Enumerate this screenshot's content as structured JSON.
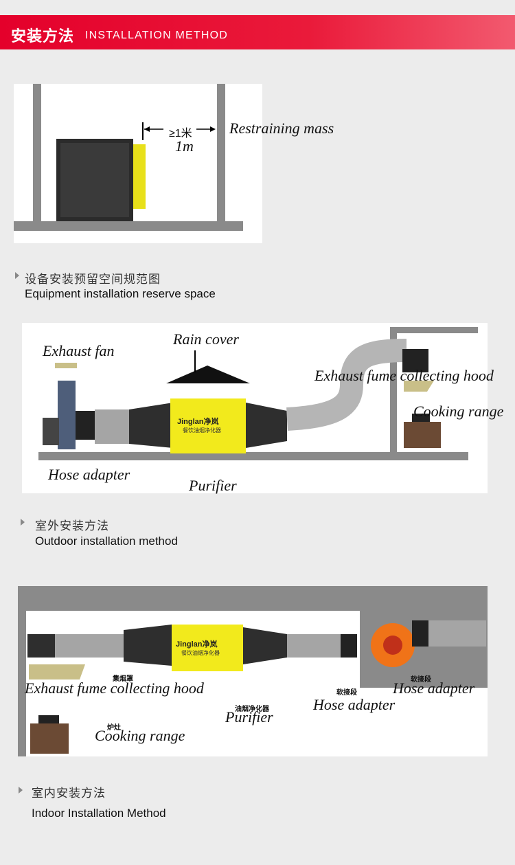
{
  "header": {
    "title_cn": "安装方法",
    "title_en": "INSTALLATION METHOD"
  },
  "section1": {
    "dim_cn": "≥1米",
    "dim_en": "1m",
    "label": "Restraining mass",
    "caption_cn": "设备安装预留空间规范图",
    "caption_en": "Equipment installation reserve space"
  },
  "section2": {
    "labels": {
      "exhaust_fan": "Exhaust fan",
      "rain_cover": "Rain cover",
      "hood": "Exhaust fume collecting hood",
      "cooking": "Cooking range",
      "hose": "Hose adapter",
      "purifier": "Purifier"
    },
    "brand": "Jinglan净岚",
    "brand_sub": "餐饮油烟净化器",
    "caption_cn": "室外安装方法",
    "caption_en": "Outdoor installation method"
  },
  "section3": {
    "labels": {
      "hood": "Exhaust fume collecting hood",
      "purifier": "Purifier",
      "hose1": "Hose adapter",
      "hose2": "Hose adapter",
      "cooking": "Cooking range"
    },
    "cn_labels": {
      "hood": "集烟罩",
      "purifier": "油烟净化器",
      "hose1": "软接段",
      "hose2": "软接段",
      "cooking": "炉灶"
    },
    "brand": "Jinglan净岚",
    "brand_sub": "餐饮油烟净化器",
    "caption_cn": "室内安装方法",
    "caption_en": "Indoor Installation Method"
  },
  "colors": {
    "header_red": "#e4002b",
    "purifier_yellow": "#f2ea1c"
  }
}
